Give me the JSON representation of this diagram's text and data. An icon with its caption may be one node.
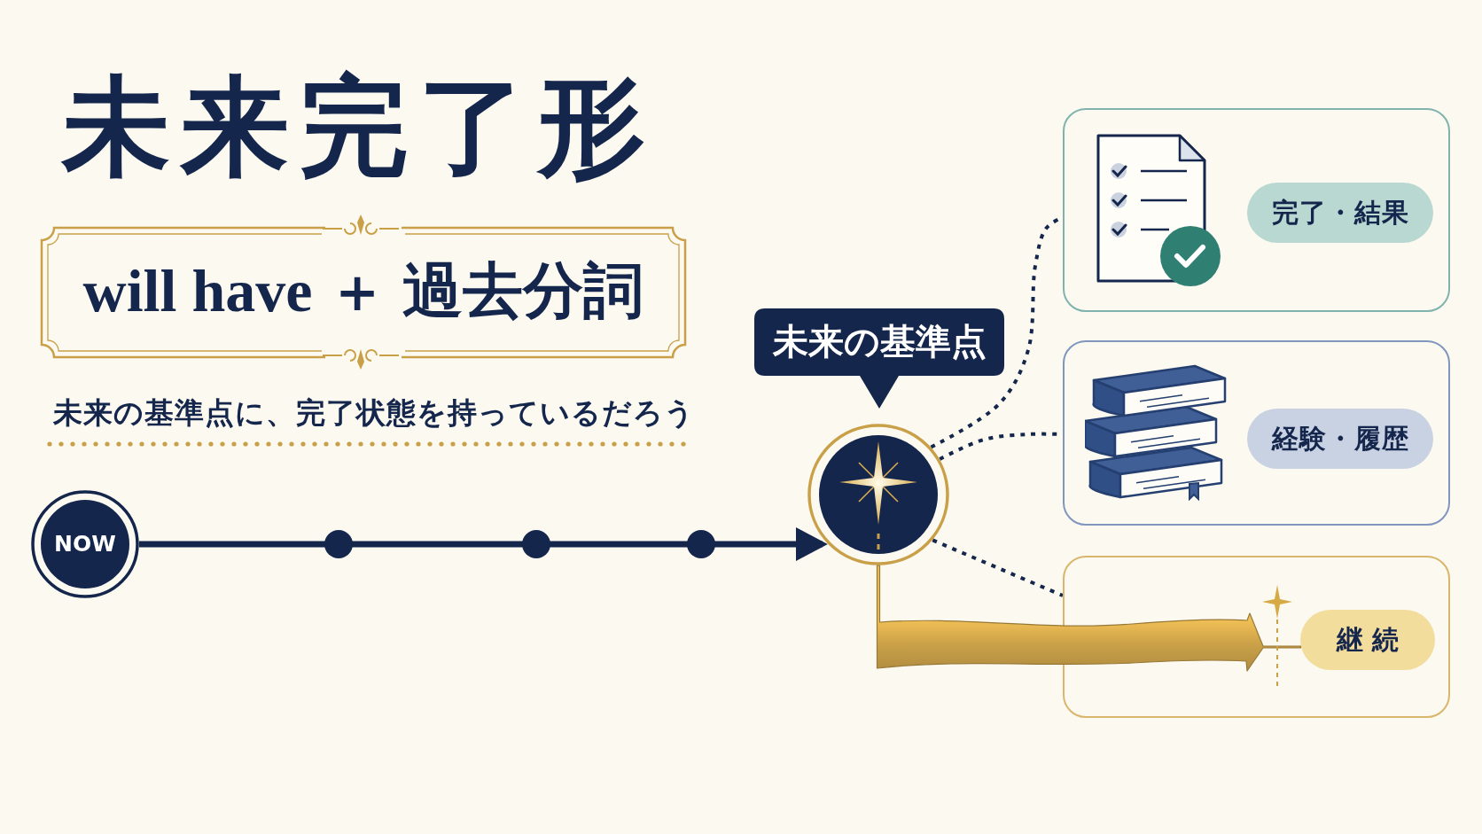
{
  "diagram": {
    "title": "未来完了形",
    "nodes": [
      {
        "text": [
          "will have ＋ 過去分詞"
        ]
      },
      {
        "text": [
          "NOW"
        ]
      },
      {
        "text": [
          "未来の基準点"
        ]
      },
      {
        "text": [],
        "shape": "circle"
      },
      {
        "text": [],
        "shape": "box"
      },
      {
        "text": [
          "完了・結果"
        ],
        "in": 4
      },
      {
        "text": [],
        "shape": "box"
      },
      {
        "text": [
          "経験・履歴"
        ],
        "in": 6
      },
      {
        "text": [],
        "shape": "box"
      },
      {
        "text": [
          "継続"
        ],
        "in": 8
      }
    ],
    "edges": [
      {
        "from": 1,
        "to": 3,
        "arrow": "to"
      },
      {
        "from": 3,
        "to": 4,
        "arrow": "none",
        "style": "dashed"
      },
      {
        "from": 3,
        "to": 6,
        "arrow": "none",
        "style": "dashed"
      },
      {
        "from": 3,
        "to": 8,
        "arrow": "none",
        "style": "dashed"
      },
      {
        "from": 3,
        "to": 9,
        "arrow": "to",
        "style": "thick",
        "color": "#c9a048"
      }
    ],
    "labels": [
      "未来の基準点に、完了状態を持っているだろう"
    ]
  }
}
